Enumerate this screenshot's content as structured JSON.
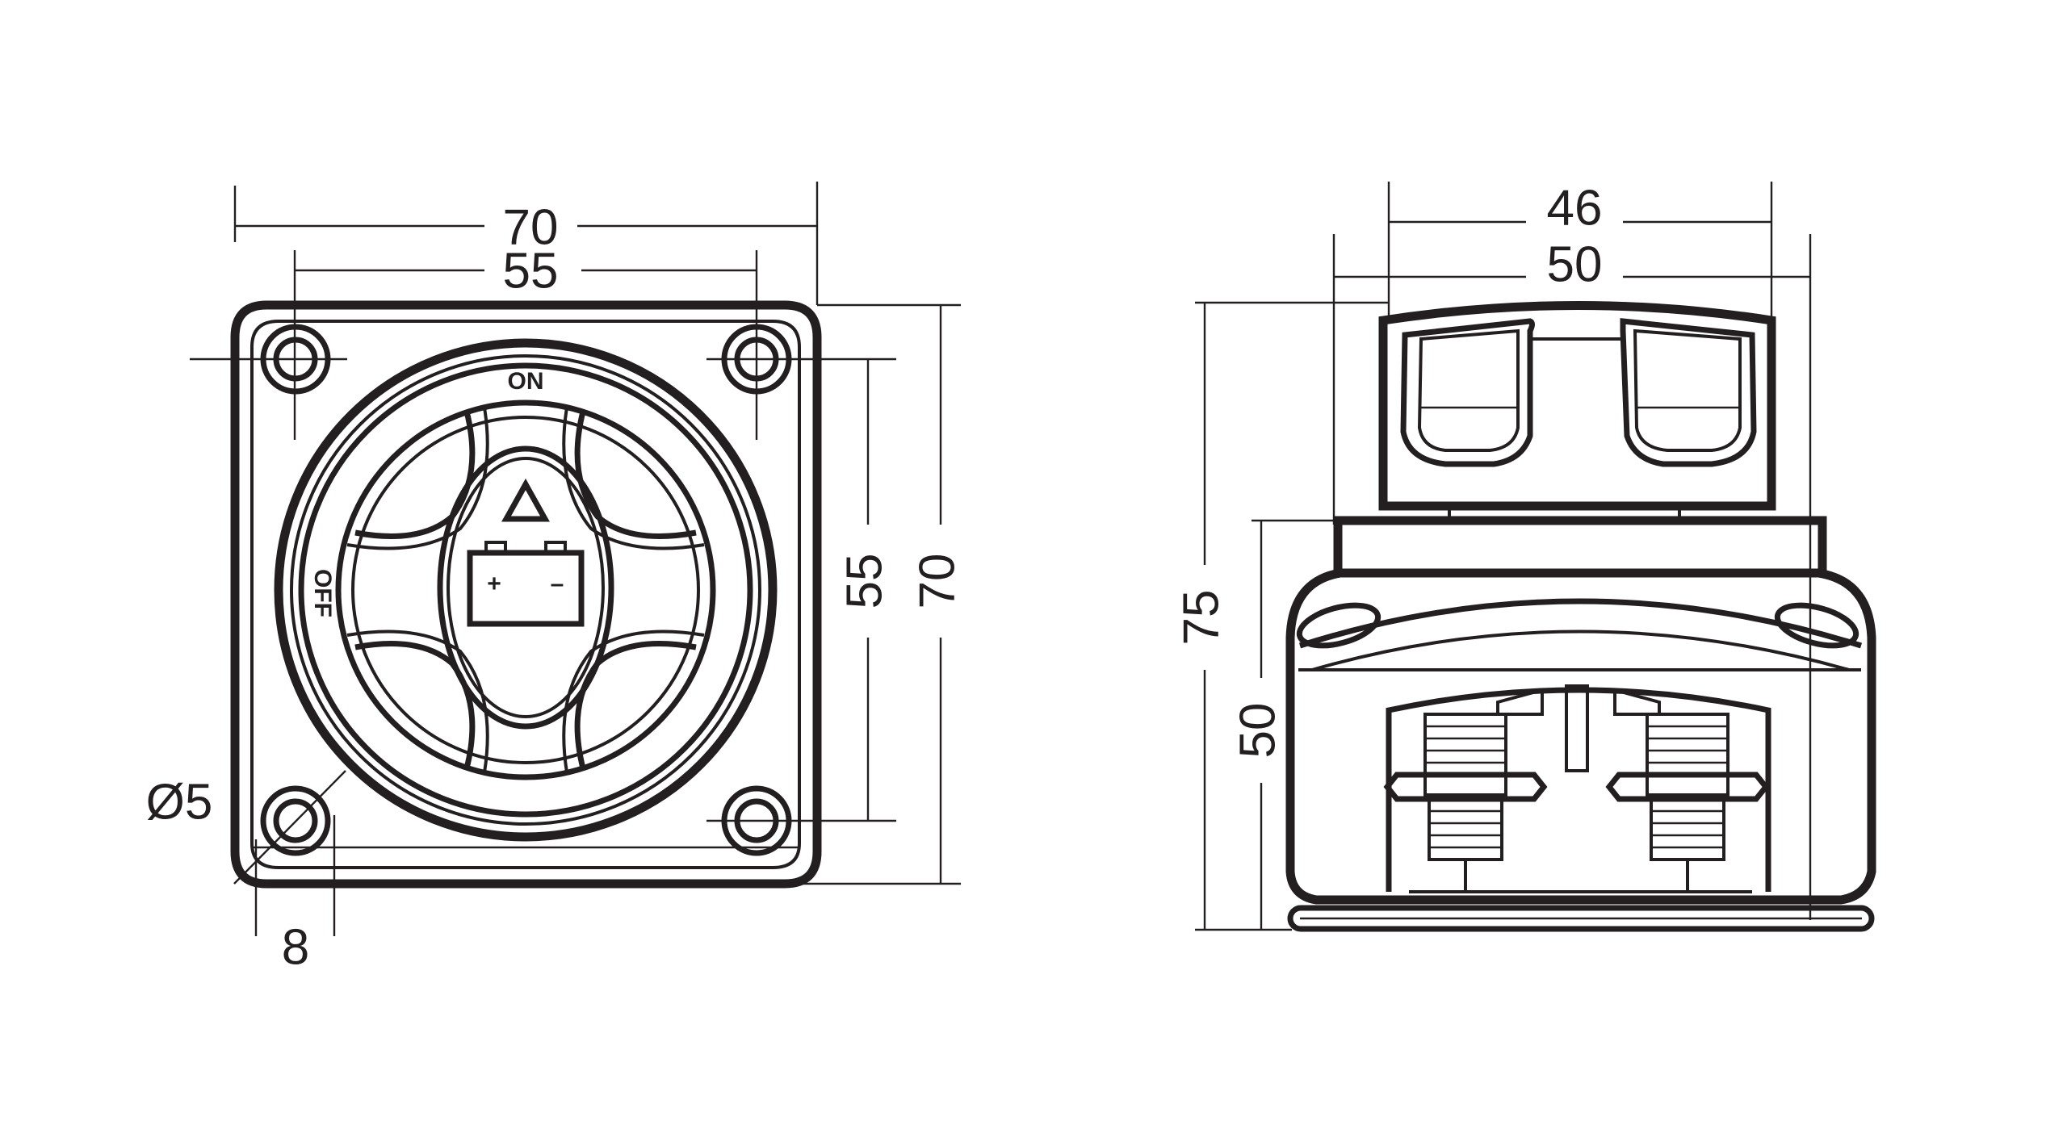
{
  "front_view": {
    "dims": {
      "overall_width": "70",
      "hole_spacing_h": "55",
      "hole_spacing_v": "55",
      "overall_height": "70",
      "hole_diameter": "Ø5",
      "hole_offset": "8"
    },
    "labels": {
      "on": "ON",
      "off": "OFF",
      "plus": "+",
      "minus": "–"
    }
  },
  "side_view": {
    "dims": {
      "top_width": "46",
      "base_width": "50",
      "total_height": "75",
      "body_height": "50"
    }
  }
}
